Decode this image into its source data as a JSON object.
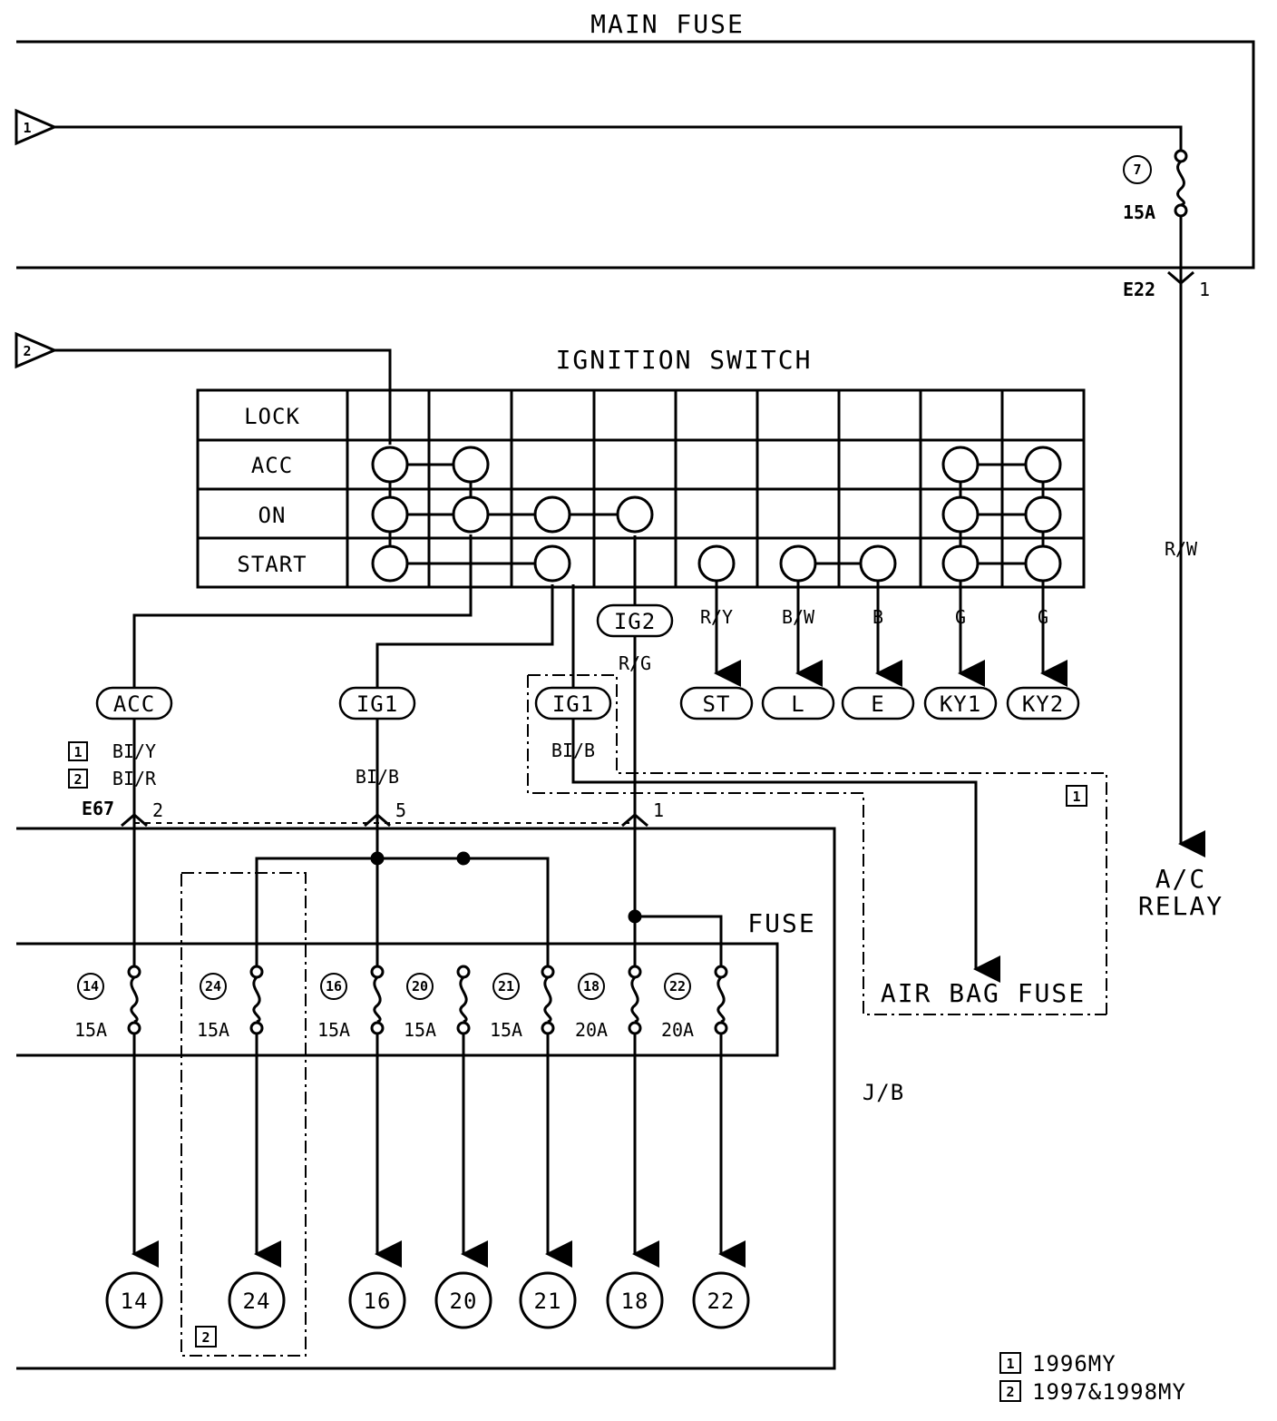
{
  "main_fuse": {
    "title": "MAIN FUSE",
    "fuse_number": "7",
    "fuse_rating": "15A",
    "connector": "E22",
    "pin": "1",
    "wire_color": "R/W",
    "destination_line1": "A/C",
    "destination_line2": "RELAY"
  },
  "inputs": [
    {
      "id": "1"
    },
    {
      "id": "2"
    }
  ],
  "ignition_switch": {
    "title": "IGNITION SWITCH",
    "rows": [
      "LOCK",
      "ACC",
      "ON",
      "START"
    ]
  },
  "switch_outputs": [
    {
      "term": "ACC",
      "wires": [
        "BI/Y",
        "BI/R"
      ],
      "variants": [
        "1",
        "2"
      ]
    },
    {
      "term": "IG1",
      "wire": "BI/B"
    },
    {
      "term": "IG1",
      "wire": "BI/B"
    },
    {
      "term": "IG2",
      "wire": "R/G"
    },
    {
      "term": "ST",
      "wire": "R/Y"
    },
    {
      "term": "L",
      "wire": "B/W"
    },
    {
      "term": "E",
      "wire": "B"
    },
    {
      "term": "KY1",
      "wire": "G"
    },
    {
      "term": "KY2",
      "wire": "G"
    }
  ],
  "connector_e67": {
    "name": "E67",
    "pins": [
      "2",
      "5",
      "1"
    ]
  },
  "air_bag": {
    "label": "AIR BAG FUSE",
    "variant": "1"
  },
  "fuse_block": {
    "label": "FUSE",
    "jb_label": "J/B",
    "fuses": [
      {
        "num": "14",
        "rating": "15A",
        "out": "14"
      },
      {
        "num": "24",
        "rating": "15A",
        "out": "24"
      },
      {
        "num": "16",
        "rating": "15A",
        "out": "16"
      },
      {
        "num": "20",
        "rating": "15A",
        "out": "20"
      },
      {
        "num": "21",
        "rating": "15A",
        "out": "21"
      },
      {
        "num": "18",
        "rating": "20A",
        "out": "18"
      },
      {
        "num": "22",
        "rating": "20A",
        "out": "22"
      }
    ],
    "variant_box": "2"
  },
  "legend": [
    {
      "num": "1",
      "text": "1996MY"
    },
    {
      "num": "2",
      "text": "1997&1998MY"
    }
  ],
  "colors": {
    "ink": "#000000",
    "paper": "#ffffff"
  }
}
